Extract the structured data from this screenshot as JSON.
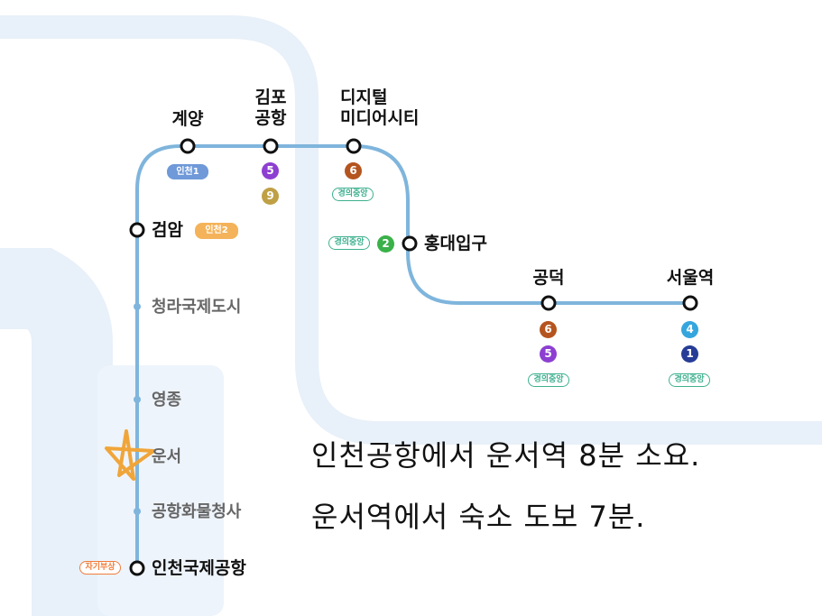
{
  "colors": {
    "route_line": "#7fb5dc",
    "background_band": "#e8f0f9",
    "line_incheon1": "#6f99d8",
    "line_incheon2": "#f4b35a",
    "line5": "#8d3fd1",
    "line9": "#bfa045",
    "line6": "#b5541e",
    "gyeongui": "#3eb08f",
    "line2": "#3ab149",
    "line4": "#35a5dd",
    "line1": "#263c96",
    "airport": "#f07c3b",
    "star": "#f0a53a"
  },
  "stations": {
    "gyeyang": "계양",
    "gimpo_airport": [
      "김포",
      "공항"
    ],
    "dmc": [
      "디지털",
      "미디어시티"
    ],
    "hongik": "홍대입구",
    "gongdeok": "공덕",
    "seoul": "서울역",
    "geomam": "검암",
    "cheongna": "청라국제도시",
    "yeongjong": "영종",
    "unseo": "운서",
    "cargo": "공항화물청사",
    "incheon_airport": "인천국제공항"
  },
  "transfers": {
    "incheon1": "인천1",
    "incheon2": "인천2",
    "gimpo": [
      "5",
      "9"
    ],
    "dmc_num": "6",
    "dmc_pill": "경의중앙",
    "hongik_pill": "경의중앙",
    "hongik_num": "2",
    "gongdeok": [
      "6",
      "5"
    ],
    "gongdeok_pill": "경의중앙",
    "seoul": [
      "4",
      "1"
    ],
    "seoul_pill": "경의중앙",
    "maglev": "자기부상"
  },
  "notes": [
    "인천공항에서 운서역 8분 소요.",
    "운서역에서 숙소 도보 7분."
  ],
  "icons": {
    "unseo_marker": "star-doodle-icon",
    "station_marker": "circle-station-icon"
  }
}
